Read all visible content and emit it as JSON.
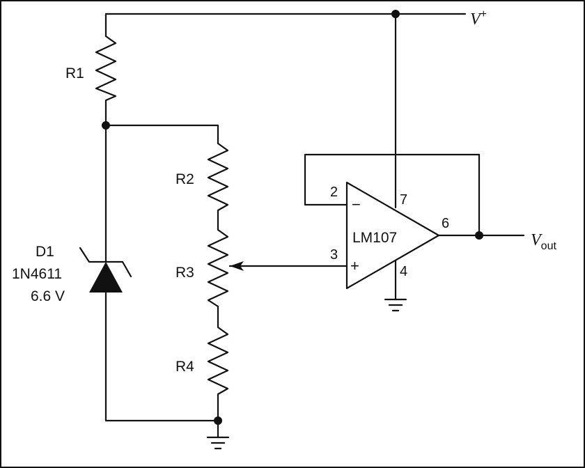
{
  "rails": {
    "vplus": {
      "symbol": "V",
      "superscript": "+"
    },
    "vout": {
      "symbol": "V",
      "subscript": "out"
    }
  },
  "resistors": {
    "r1": "R1",
    "r2": "R2",
    "r3": "R3",
    "r4": "R4"
  },
  "diode": {
    "ref": "D1",
    "part": "1N4611",
    "voltage": "6.6 V"
  },
  "opamp": {
    "part": "LM107",
    "pins": {
      "inverting": "2",
      "noninverting": "3",
      "output": "6",
      "supply": "7",
      "ground": "4"
    },
    "signs": {
      "inverting": "−",
      "noninverting": "+"
    }
  }
}
